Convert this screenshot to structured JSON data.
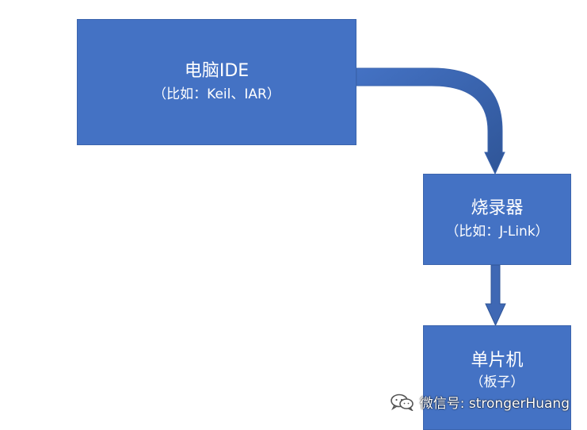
{
  "nodes": {
    "ide": {
      "title": "电脑IDE",
      "subtitle": "（比如：Keil、IAR）"
    },
    "programmer": {
      "title": "烧录器",
      "subtitle": "（比如：J-Link）"
    },
    "mcu": {
      "title": "单片机",
      "subtitle": "（板子）"
    }
  },
  "edges": [
    {
      "from": "ide",
      "to": "programmer"
    },
    {
      "from": "programmer",
      "to": "mcu"
    }
  ],
  "watermark": {
    "icon": "wechat-icon",
    "text": "微信号: strongerHuang"
  },
  "colors": {
    "box_fill": "#4472C4",
    "box_border": "#3B64AD",
    "arrow_fill": "#4472C4",
    "arrow_dark": "#2F5597",
    "text": "#FFFFFF",
    "background": "#FFFFFF"
  }
}
